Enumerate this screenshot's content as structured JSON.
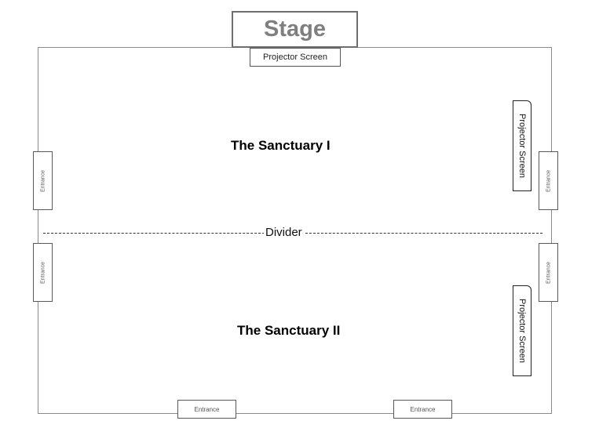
{
  "stage": {
    "label": "Stage"
  },
  "projector_screens": {
    "top": "Projector Screen",
    "sanctuary_1": "Projector Screen",
    "sanctuary_2": "Projector Screen"
  },
  "rooms": {
    "sanctuary_1": "The Sanctuary I",
    "sanctuary_2": "The Sanctuary II"
  },
  "divider": {
    "label": "Divider"
  },
  "entrances": {
    "left_upper": "Entrance",
    "left_lower": "Entrance",
    "right_upper": "Entrance",
    "right_lower": "Entrance",
    "bottom_left": "Entrance",
    "bottom_right": "Entrance"
  },
  "colors": {
    "stage_text": "#7f7f7f",
    "outline": "#8a8a8a",
    "text": "#000000"
  }
}
